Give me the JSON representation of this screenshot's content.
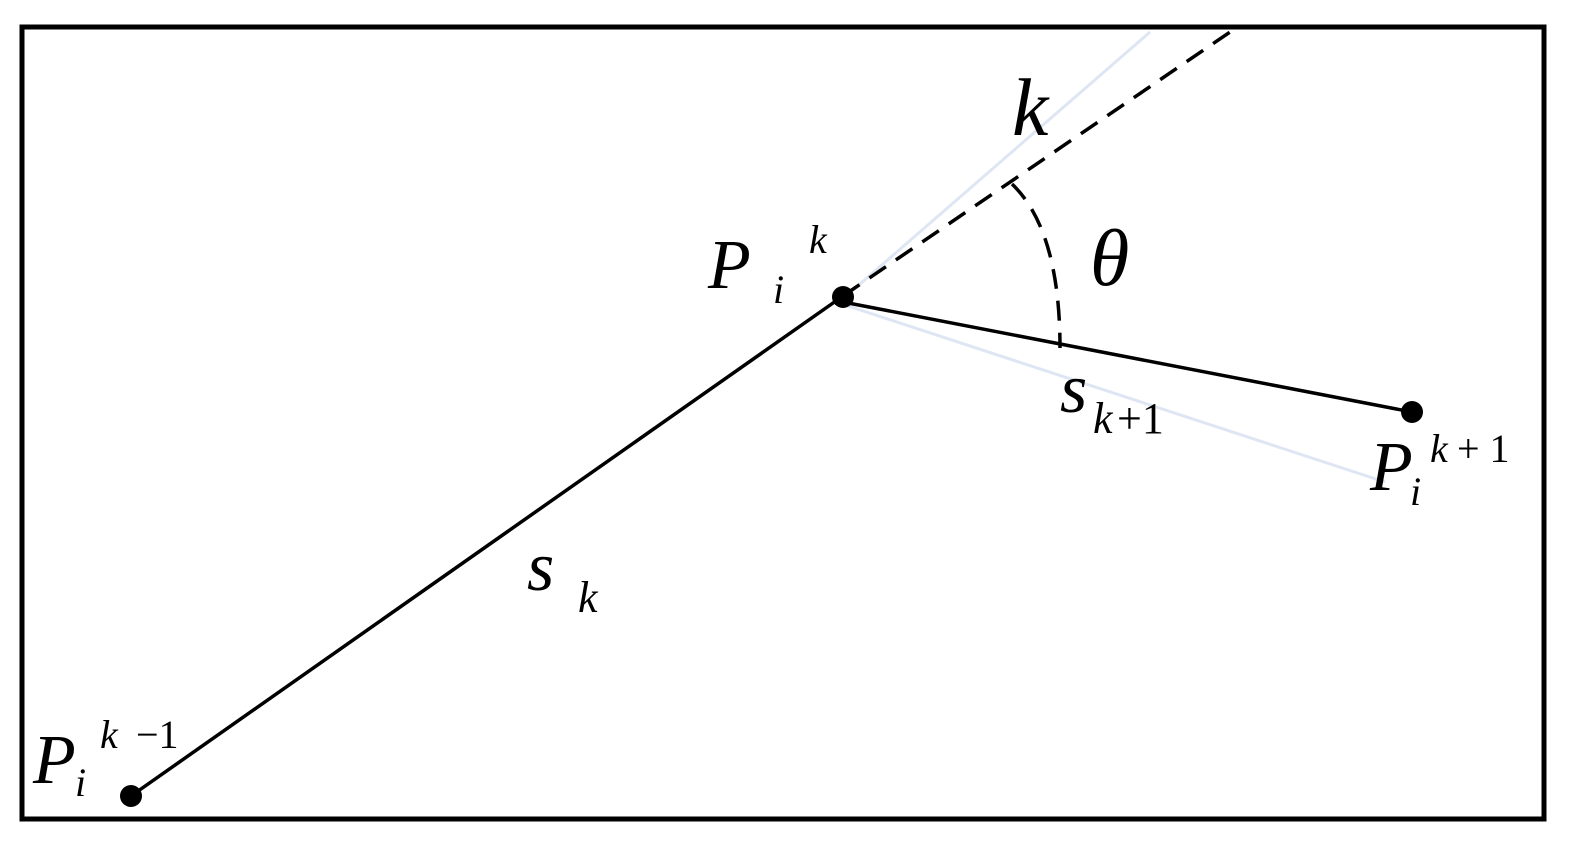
{
  "colors": {
    "background": "#ffffff",
    "ink": "#000000",
    "ghost_line": "#dfe6f3"
  },
  "labels": {
    "p_prev": {
      "main": "P",
      "sub": "i",
      "sup_k": "k",
      "sup_op": "−1"
    },
    "p_cur": {
      "main": "P",
      "sub": "i",
      "sup_k": "k"
    },
    "p_next": {
      "main": "P",
      "sub": "i",
      "sup_k": "k",
      "sup_op": "+ 1"
    },
    "s_k": {
      "main": "s",
      "sub": "k"
    },
    "s_k1": {
      "main": "s",
      "sub_k": "k",
      "sub_op": "+1"
    },
    "k_ray": "k",
    "theta": "θ"
  }
}
